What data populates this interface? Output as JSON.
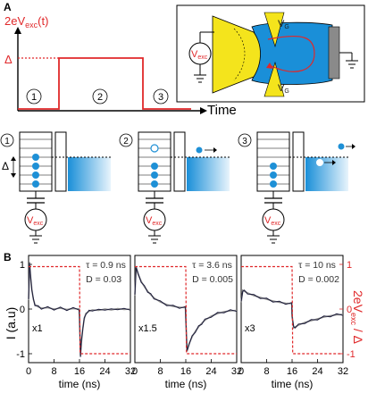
{
  "panel_a": {
    "letter": "A",
    "ylabel_main": "2eV",
    "ylabel_sub": "exc",
    "ylabel_tail": "(t)",
    "delta": "Δ",
    "xlabel": "Time",
    "phase_labels": [
      "1",
      "2",
      "3"
    ],
    "inset": {
      "source_main": "V",
      "source_sub": "exc",
      "gate_top_main": "V",
      "gate_top_sub": "G",
      "gate_bottom_main": "V",
      "gate_bottom_sub": "G"
    },
    "stages": [
      {
        "label": "1",
        "delta_marker": "Δ",
        "source_main": "V",
        "source_sub": "exc"
      },
      {
        "label": "2",
        "source_main": "V",
        "source_sub": "exc"
      },
      {
        "label": "3",
        "source_main": "V",
        "source_sub": "exc"
      }
    ]
  },
  "panel_b": {
    "letter": "B",
    "ylabel": "I (a.u)",
    "right_ylabel_main": "2eV",
    "right_ylabel_sub": "exc",
    "right_ylabel_tail": " / Δ"
  },
  "colors": {
    "signal_red": "#e0282a",
    "dot_blue": "#1e90d6",
    "sea_blue": "#1a8fd8",
    "gate_yellow": "#f4e41c",
    "data_black": "#1b1b3a",
    "fit_grey": "#8a8a8a"
  },
  "chart_data": [
    {
      "type": "line",
      "title": "",
      "xlabel": "time (ns)",
      "ylabel": "I (a.u)",
      "xlim": [
        0,
        32
      ],
      "ylim": [
        -1.2,
        1.2
      ],
      "xticks": [
        0,
        8,
        16,
        24,
        32
      ],
      "yticks": [
        -1,
        0,
        1
      ],
      "annotations": {
        "tau": "τ = 0.9 ns",
        "D": "D = 0.03",
        "scale": "x1"
      },
      "series": [
        {
          "kind": "data",
          "x": [
            0,
            0.3,
            0.6,
            1,
            1.5,
            2,
            3,
            4,
            6,
            8,
            10,
            12,
            14,
            15.9,
            16,
            16.3,
            16.6,
            17,
            17.5,
            18,
            19,
            20,
            22,
            24,
            26,
            28,
            30,
            32
          ],
          "y": [
            0.2,
            1.05,
            0.75,
            0.45,
            0.22,
            0.1,
            0.05,
            0.02,
            0.03,
            0.0,
            0.02,
            -0.01,
            0.01,
            0.0,
            -0.2,
            -1.05,
            -0.75,
            -0.45,
            -0.22,
            -0.1,
            -0.05,
            -0.02,
            -0.03,
            0.0,
            -0.02,
            0.01,
            -0.01,
            0.0
          ]
        },
        {
          "kind": "excitation",
          "x": [
            0,
            0.2,
            16,
            16.2,
            32
          ],
          "y": [
            0.95,
            0.95,
            0.95,
            -1.0,
            -1.0
          ]
        }
      ]
    },
    {
      "type": "line",
      "title": "",
      "xlabel": "time (ns)",
      "xlim": [
        0,
        32
      ],
      "ylim": [
        -1.2,
        1.2
      ],
      "xticks": [
        0,
        8,
        16,
        24,
        32
      ],
      "annotations": {
        "tau": "τ = 3.6 ns",
        "D": "D = 0.005",
        "scale": "x1.5"
      },
      "series": [
        {
          "kind": "data",
          "x": [
            0,
            0.4,
            1,
            2,
            3,
            4,
            5,
            6,
            8,
            10,
            12,
            14,
            15.9,
            16,
            16.4,
            17,
            18,
            19,
            20,
            21,
            22,
            24,
            26,
            28,
            30,
            32
          ],
          "y": [
            0.3,
            0.95,
            0.78,
            0.62,
            0.5,
            0.4,
            0.32,
            0.25,
            0.16,
            0.1,
            0.06,
            0.04,
            0.03,
            -0.2,
            -0.95,
            -0.78,
            -0.62,
            -0.5,
            -0.4,
            -0.32,
            -0.25,
            -0.16,
            -0.1,
            -0.06,
            -0.04,
            -0.03
          ]
        },
        {
          "kind": "excitation",
          "x": [
            0,
            0.2,
            16,
            16.2,
            32
          ],
          "y": [
            0.95,
            0.95,
            0.95,
            -1.0,
            -1.0
          ]
        }
      ]
    },
    {
      "type": "line",
      "title": "",
      "xlabel": "time (ns)",
      "xlim": [
        0,
        32
      ],
      "ylim": [
        -1.2,
        1.2
      ],
      "xticks": [
        0,
        8,
        16,
        24,
        32
      ],
      "annotations": {
        "tau": "τ = 10 ns",
        "D": "D = 0.002",
        "scale": "x3"
      },
      "series": [
        {
          "kind": "data",
          "x": [
            0,
            0.5,
            1,
            2,
            4,
            6,
            8,
            10,
            12,
            14,
            15.9,
            16,
            16.5,
            17,
            18,
            20,
            22,
            24,
            26,
            28,
            30,
            32
          ],
          "y": [
            0.15,
            0.42,
            0.4,
            0.36,
            0.3,
            0.26,
            0.22,
            0.18,
            0.15,
            0.13,
            0.12,
            -0.15,
            -0.42,
            -0.4,
            -0.36,
            -0.3,
            -0.26,
            -0.22,
            -0.18,
            -0.15,
            -0.13,
            -0.12
          ]
        },
        {
          "kind": "excitation",
          "x": [
            0,
            0.2,
            16,
            16.2,
            32
          ],
          "y": [
            0.95,
            0.95,
            0.95,
            -1.0,
            -1.0
          ]
        }
      ]
    }
  ],
  "right_axis": {
    "ticks": [
      "1",
      "0",
      "-1"
    ],
    "values": [
      1,
      0,
      -1
    ]
  }
}
